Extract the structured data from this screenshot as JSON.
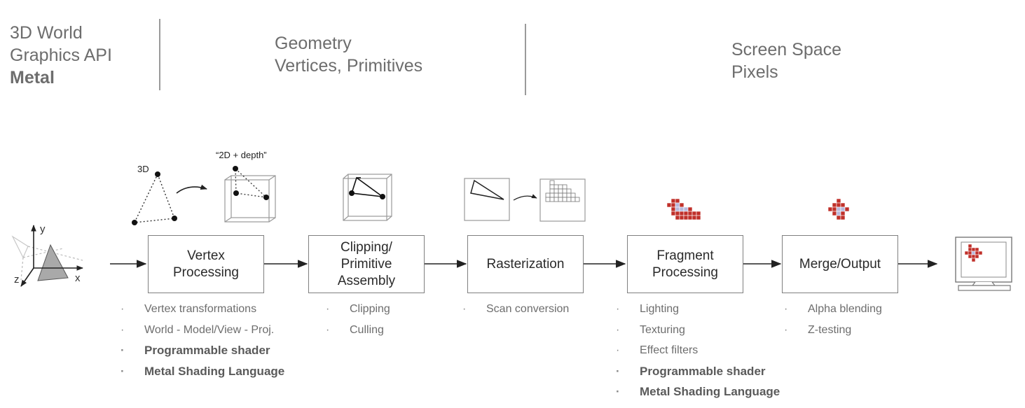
{
  "header": {
    "left": {
      "line1": "3D World",
      "line2": "Graphics API",
      "line3": "Metal"
    },
    "middle": {
      "line1": "Geometry",
      "line2": "Vertices, Primitives"
    },
    "right": {
      "line1": "Screen Space",
      "line2": "Pixels"
    }
  },
  "illustrations": {
    "label_3d": "3D",
    "label_2d_depth": "“2D + depth”",
    "axis_x": "x",
    "axis_y": "y",
    "axis_z": "z"
  },
  "stages": [
    {
      "line1": "Vertex",
      "line2": "Processing"
    },
    {
      "line1": "Clipping/",
      "line2": "Primitive",
      "line3": "Assembly"
    },
    {
      "line1": "Rasterization"
    },
    {
      "line1": "Fragment",
      "line2": "Processing"
    },
    {
      "line1": "Merge/Output"
    }
  ],
  "bullets": {
    "vertex": [
      {
        "text": "Vertex transformations",
        "bold": false
      },
      {
        "text": "World - Model/View - Proj.",
        "bold": false
      },
      {
        "text": "Programmable shader",
        "bold": true
      },
      {
        "text": "Metal Shading Language",
        "bold": true
      }
    ],
    "clipping": [
      {
        "text": "Clipping",
        "bold": false
      },
      {
        "text": "Culling",
        "bold": false
      }
    ],
    "rasterization": [
      {
        "text": "Scan conversion",
        "bold": false
      }
    ],
    "fragment": [
      {
        "text": "Lighting",
        "bold": false
      },
      {
        "text": "Texturing",
        "bold": false
      },
      {
        "text": "Effect filters",
        "bold": false
      },
      {
        "text": "Programmable shader",
        "bold": true
      },
      {
        "text": "Metal Shading Language",
        "bold": true
      }
    ],
    "merge": [
      {
        "text": "Alpha blending",
        "bold": false
      },
      {
        "text": "Z-testing",
        "bold": false
      }
    ]
  },
  "colors": {
    "pixel_red": "#c0302a",
    "pixel_blue": "#b8b8dc",
    "triangle_fill": "#a9a9a9",
    "box_border": "#7f7f7f",
    "arrow": "#222222"
  }
}
